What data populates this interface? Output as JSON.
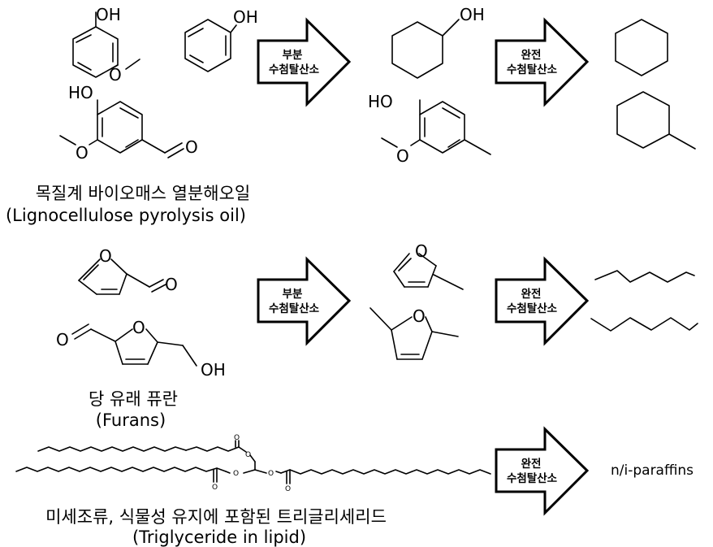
{
  "atoms": {
    "oh": "OH",
    "o": "O",
    "ho": "HO"
  },
  "sections": [
    {
      "caption_ko": "목질계 바이오매스 열분해오일",
      "caption_en": "(Lignocellulose pyrolysis oil)",
      "arrow1": [
        "부분",
        "수첨탈산소"
      ],
      "arrow2": [
        "완전",
        "수첨탈산소"
      ]
    },
    {
      "caption_ko": "당 유래 퓨란",
      "caption_en": "(Furans)",
      "arrow1": [
        "부분",
        "수첨탈산소"
      ],
      "arrow2": [
        "완전",
        "수첨탈산소"
      ]
    },
    {
      "caption_ko": "미세조류, 식물성 유지에 포함된 트리글리세리드",
      "caption_en": "(Triglyceride in lipid)",
      "arrow2": [
        "완전",
        "수첨탈산소"
      ],
      "product": "n/i-paraffins"
    }
  ]
}
